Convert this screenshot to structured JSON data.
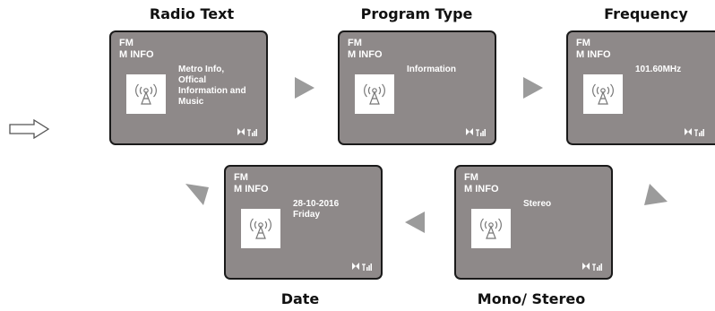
{
  "screens": [
    {
      "caption": "Radio Text",
      "mode": "FM",
      "sub": "M INFO",
      "info": "Metro Info,\nOffical\nInformation and\nMusic"
    },
    {
      "caption": "Program Type",
      "mode": "FM",
      "sub": "M INFO",
      "info": "Information"
    },
    {
      "caption": "Frequency",
      "mode": "FM",
      "sub": "M INFO",
      "info": "101.60MHz"
    },
    {
      "caption": "Date",
      "mode": "FM",
      "sub": "M INFO",
      "info": "28-10-2016\nFriday"
    },
    {
      "caption": "Mono/ Stereo",
      "mode": "FM",
      "sub": "M INFO",
      "info": "Stereo"
    }
  ],
  "colors": {
    "screen_bg": "#8e8989",
    "border": "#1a1a1a",
    "arrow": "#9b9b9b",
    "text": "#ffffff"
  },
  "icons": {
    "tile": "radio-antenna-icon",
    "status": "stereo-signal-status-icon",
    "flow": "next-arrow-icon",
    "entry": "hollow-right-arrow-icon"
  }
}
